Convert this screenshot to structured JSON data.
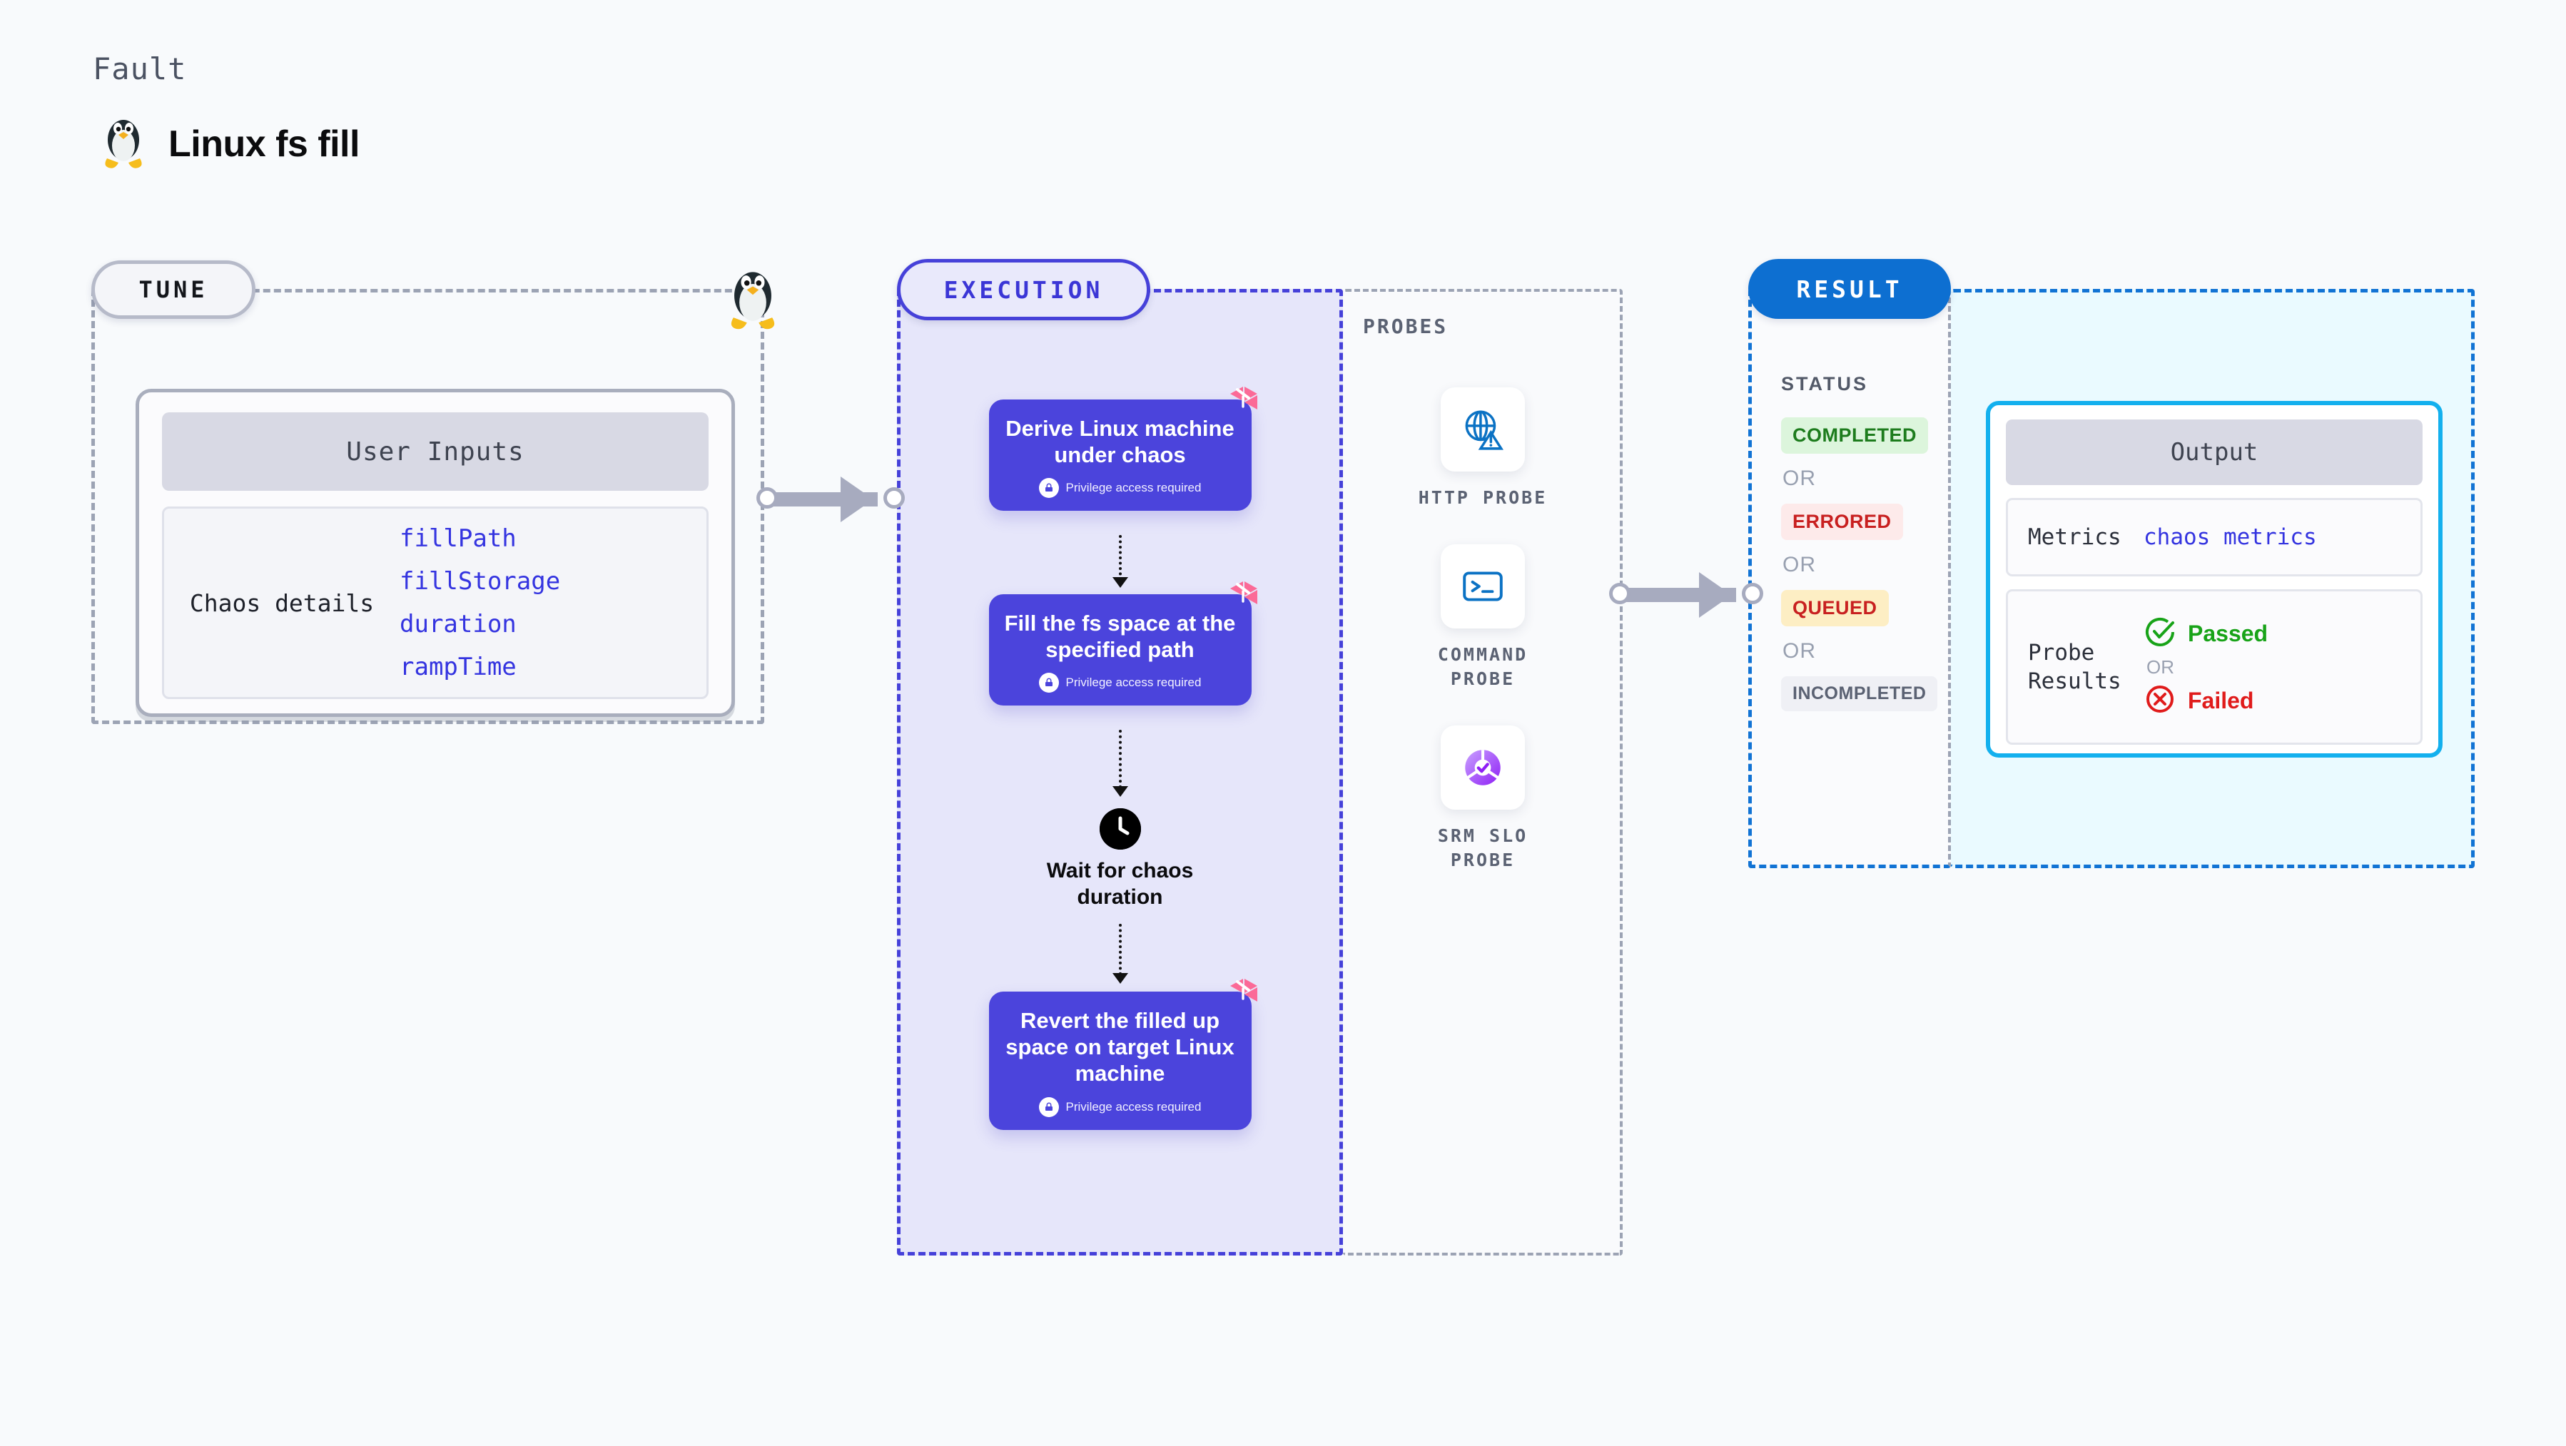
{
  "header": {
    "kicker": "Fault",
    "title": "Linux fs fill",
    "icon": "linux-penguin-icon"
  },
  "tune": {
    "pill_label": "TUNE",
    "card": {
      "header": "User Inputs",
      "row_label": "Chaos details",
      "params": [
        "fillPath",
        "fillStorage",
        "duration",
        "rampTime"
      ]
    }
  },
  "execution": {
    "pill_label": "EXECUTION",
    "steps": [
      {
        "title": "Derive Linux machine under chaos",
        "privilege": "Privilege access required",
        "badge": "litmus-badge-icon"
      },
      {
        "title": "Fill the fs space at the specified path",
        "privilege": "Privilege access required",
        "badge": "litmus-badge-icon"
      },
      {
        "title": "Revert the filled up space on target Linux machine",
        "privilege": "Privilege access required",
        "badge": "litmus-badge-icon"
      }
    ],
    "wait_node": {
      "label": "Wait for chaos duration",
      "icon": "clock-icon"
    }
  },
  "probes": {
    "title": "PROBES",
    "items": [
      {
        "label": "HTTP PROBE",
        "icon": "globe-warning-icon"
      },
      {
        "label": "COMMAND PROBE",
        "icon": "terminal-icon"
      },
      {
        "label": "SRM SLO PROBE",
        "icon": "slo-donut-check-icon"
      }
    ]
  },
  "result": {
    "pill_label": "RESULT",
    "status_title": "STATUS",
    "or_label": "OR",
    "statuses": [
      {
        "label": "COMPLETED",
        "bg": "#dcf5dc",
        "fg": "#1d7c1d"
      },
      {
        "label": "ERRORED",
        "bg": "#fdeaea",
        "fg": "#c82020"
      },
      {
        "label": "QUEUED",
        "bg": "#fdeec4",
        "fg": "#c82020"
      },
      {
        "label": "INCOMPLETED",
        "bg": "#eff0f5",
        "fg": "#5b6273"
      }
    ]
  },
  "output": {
    "header": "Output",
    "metrics_key": "Metrics",
    "metrics_value": "chaos metrics",
    "probe_results_key": "Probe Results",
    "or_label": "OR",
    "passed_label": "Passed",
    "failed_label": "Failed",
    "passed_color": "#18a318",
    "failed_color": "#e01b1b"
  },
  "colors": {
    "accent_purple": "#4b44dc",
    "accent_blue": "#0d6fd1",
    "accent_cyan": "#13b0ee",
    "pink_badge": "#ff6699",
    "page_bg": "#f8fafc"
  }
}
